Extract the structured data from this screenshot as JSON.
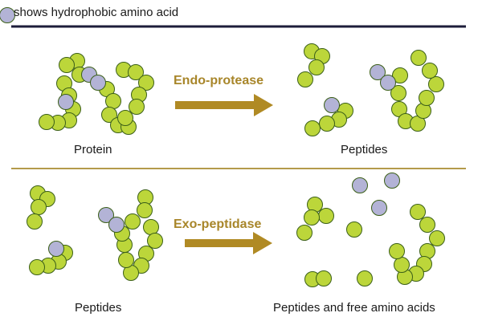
{
  "legend": {
    "text": "shows hydrophobic amino acid"
  },
  "colors": {
    "residue": "#bcd63a",
    "hydrophobic": "#b3b3d6",
    "outline": "#3b5f18",
    "header_rule": "#1d1d3a",
    "divider": "#b49a4a",
    "arrow": "#b08a24"
  },
  "top_panel": {
    "left_label": "Protein",
    "arrow_label": "Endo-protease",
    "right_label": "Peptides"
  },
  "bottom_panel": {
    "left_label": "Peptides",
    "arrow_label": "Exo-peptidase",
    "right_label": "Peptides and free amino acids"
  }
}
